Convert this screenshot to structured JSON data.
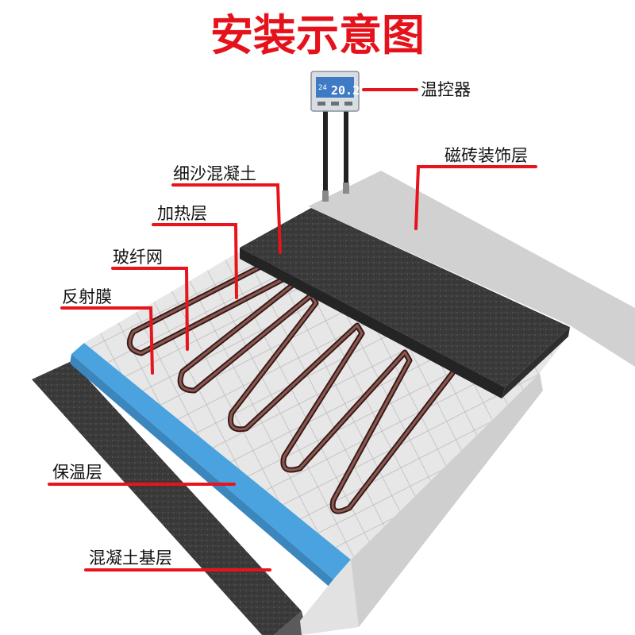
{
  "title": "安装示意图",
  "thermostat": {
    "small_reading": "24",
    "main_reading": "20.2"
  },
  "labels": {
    "thermostat": "温控器",
    "tile_layer": "磁砖装饰层",
    "fine_concrete": "细沙混凝土",
    "heating_layer": "加热层",
    "fiberglass_mesh": "玻纤网",
    "reflective_film": "反射膜",
    "insulation_layer": "保温层",
    "concrete_base": "混凝土基层"
  },
  "colors": {
    "title_red": "#e5121b",
    "leader_red": "#e8141b",
    "insulation_blue": "#4aa3df",
    "concrete_dark": "#3b3b3b",
    "tile_grey": "#d2d2d2",
    "mesh_grey": "#e6e6e6",
    "pipe_brown": "#5a2f2a"
  }
}
